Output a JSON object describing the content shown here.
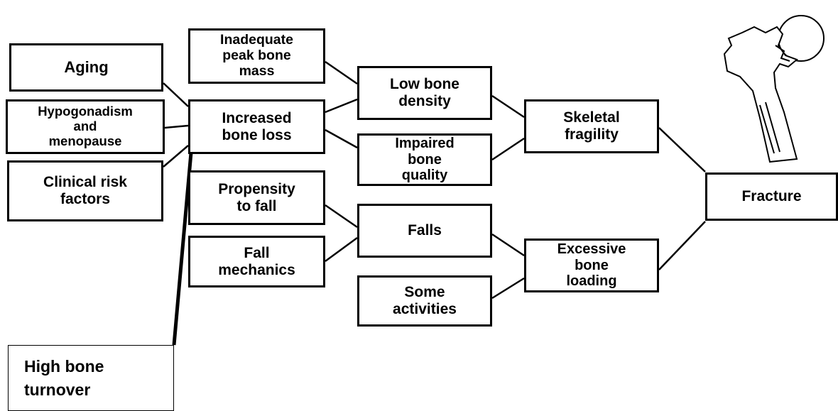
{
  "nodes": {
    "aging": "Aging",
    "hypogonadism": "Hypogonadism\nand\nmenopause",
    "clinical_risk": "Clinical risk\nfactors",
    "inadequate_peak": "Inadequate\npeak bone\nmass",
    "increased_loss": "Increased\nbone loss",
    "propensity": "Propensity\nto fall",
    "fall_mechanics": "Fall\nmechanics",
    "low_density": "Low bone\ndensity",
    "impaired_quality": "Impaired\nbone\nquality",
    "falls": "Falls",
    "some_activities": "Some\nactivities",
    "skeletal_fragility": "Skeletal\nfragility",
    "excessive_loading": "Excessive\nbone\nloading",
    "fracture": "Fracture",
    "high_turnover": "High bone\nturnover"
  },
  "illustration": {
    "icon": "femur-hip-icon"
  }
}
